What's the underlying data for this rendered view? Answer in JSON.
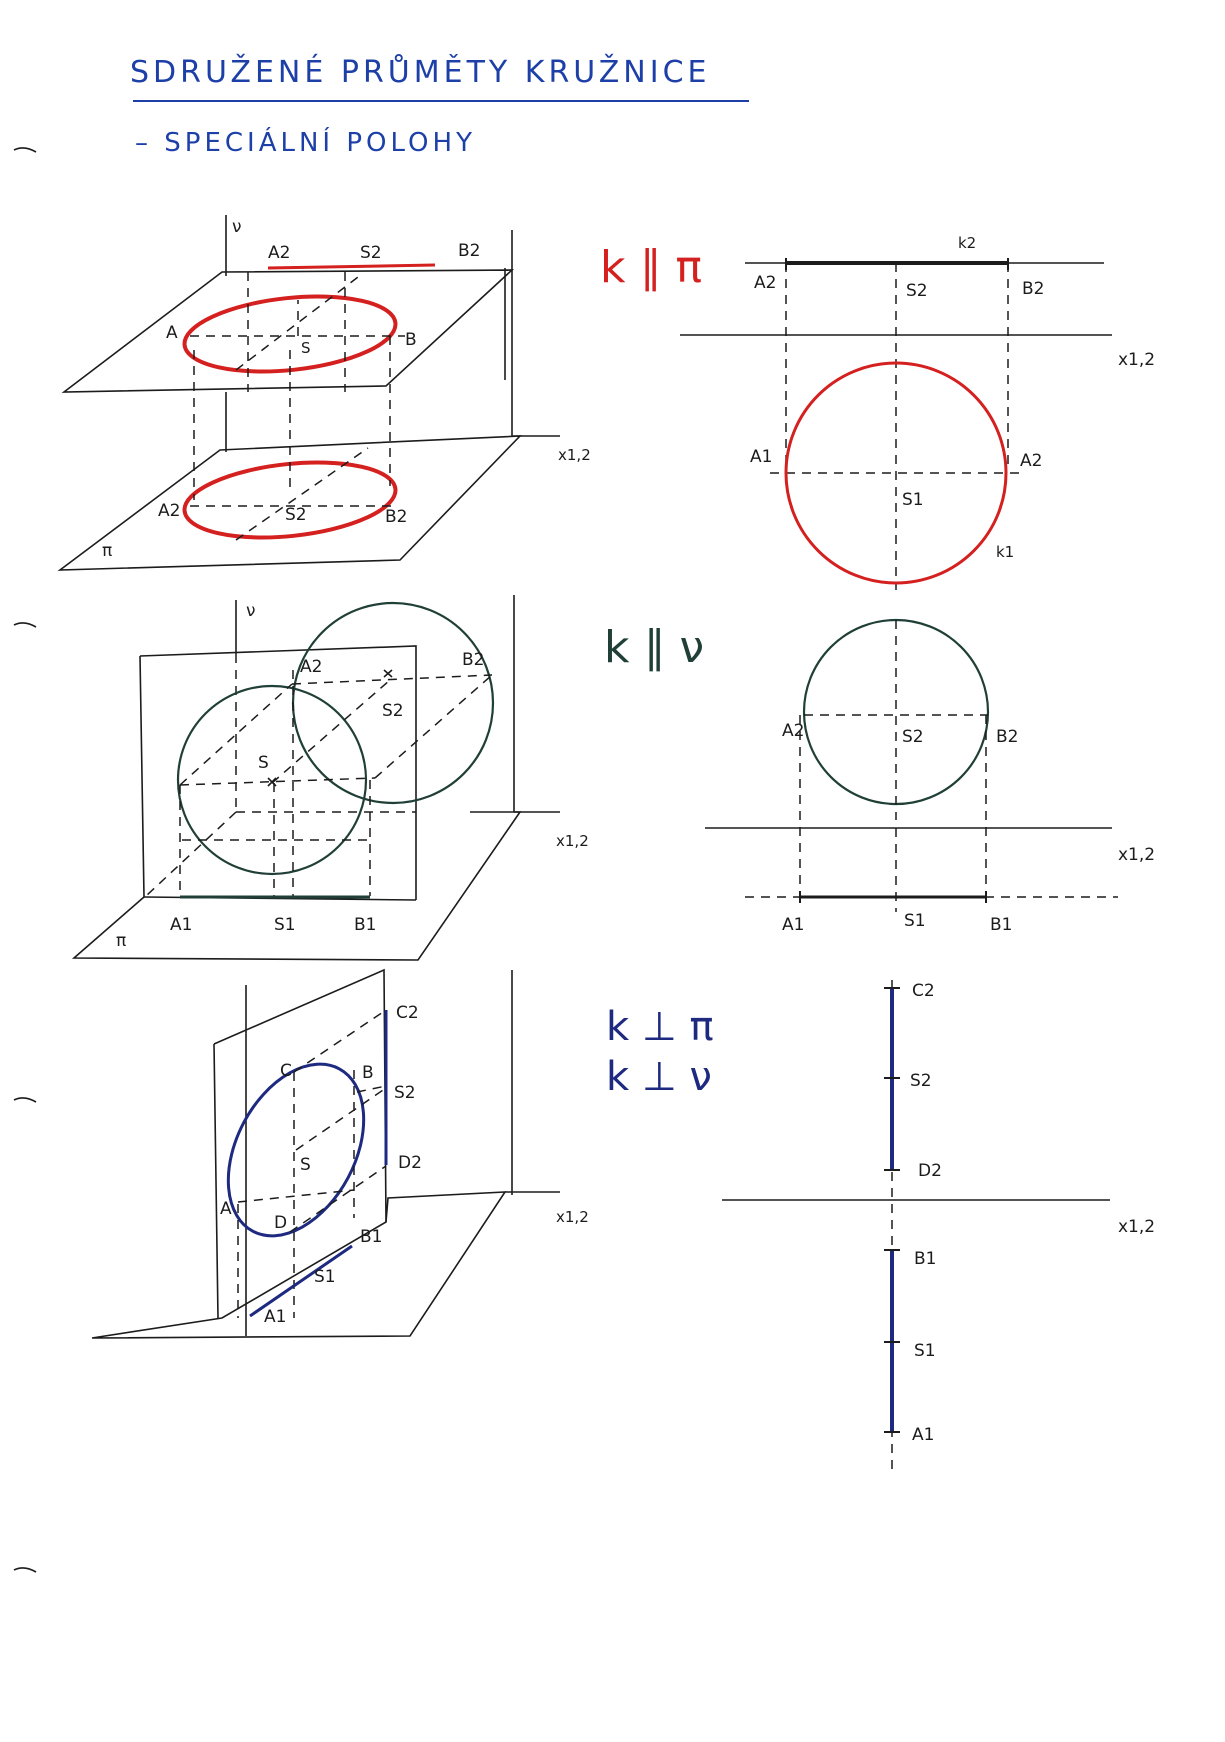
{
  "document": {
    "title": "SDRUŽENÉ PRŮMĚTY KRUŽNICE",
    "subtitle": "– SPECIÁLNÍ POLOHY"
  },
  "colors": {
    "ink": "#1c1c1c",
    "red": "#d4201f",
    "green": "#1f3f37",
    "blue": "#1d2a80",
    "title_blue": "#1d3fa8"
  },
  "sections": [
    {
      "condition": "k ∥ π",
      "persp_labels": {
        "y": "ν",
        "a2": "A2",
        "s2": "S2",
        "b2": "B2",
        "a": "A",
        "s": "S",
        "b": "B",
        "a2_low": "A2",
        "s2_low": "S2",
        "b2_low": "B2",
        "pi": "π",
        "x12": "x1,2"
      },
      "ortho_labels": {
        "k2": "k2",
        "a2": "A2",
        "s2": "S2",
        "b2": "B2",
        "x12": "x1,2",
        "a1": "A1",
        "a2_right": "A2",
        "s1": "S1",
        "k1": "k1"
      }
    },
    {
      "condition": "k ∥ ν",
      "persp_labels": {
        "y": "ν",
        "a2": "A2",
        "b2": "B2",
        "s2": "S2",
        "s": "S",
        "pi": "π",
        "a1": "A1",
        "s1": "S1",
        "b1": "B1",
        "x12": "x1,2"
      },
      "ortho_labels": {
        "a2": "A2",
        "s2": "S2",
        "b2": "B2",
        "x12": "x1,2",
        "a1": "A1",
        "s1": "S1",
        "b1": "B1"
      }
    },
    {
      "condition_1": "k ⊥ π",
      "condition_2": "k ⊥ ν",
      "persp_labels": {
        "c2": "C2",
        "c": "C",
        "b": "B",
        "s2": "S2",
        "s": "S",
        "d2": "D2",
        "a": "A",
        "d": "D",
        "b1": "B1",
        "s1": "S1",
        "a1": "A1",
        "x12": "x1,2"
      },
      "ortho_labels": {
        "c2": "C2",
        "s2": "S2",
        "d2": "D2",
        "x12": "x1,2",
        "b1": "B1",
        "s1": "S1",
        "a1": "A1"
      }
    }
  ]
}
